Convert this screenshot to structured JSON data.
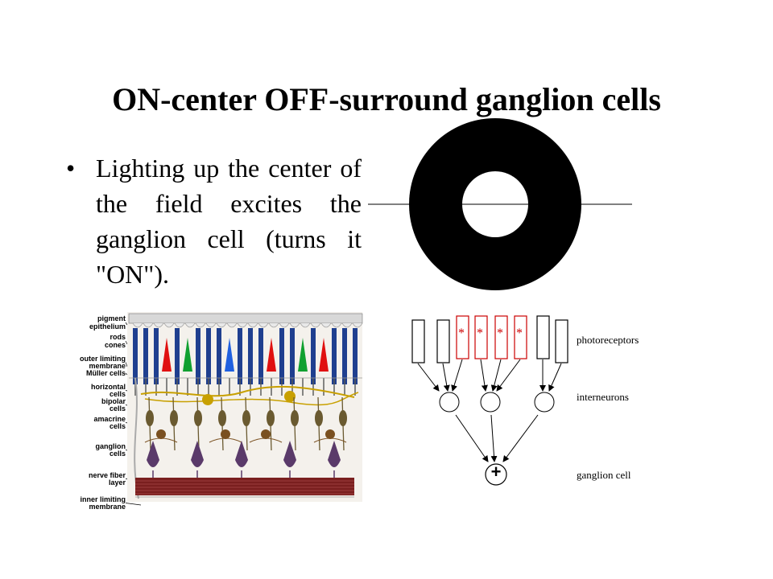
{
  "slide": {
    "title": "ON-center OFF-surround ganglion cells",
    "bullet_symbol": "•",
    "bullet_text": "Lighting up the center of the field excites the ganglion cell (turns it \"ON\")."
  },
  "retina_labels": [
    "pigment",
    "epithelium",
    "rods",
    "cones",
    "outer limiting",
    "membrane",
    "Müller cells",
    "horizontal",
    "cells",
    "bipolar",
    "cells",
    "amacrine",
    "cells",
    "ganglion",
    "cells",
    "nerve fiber",
    "layer",
    "inner limiting",
    "membrane"
  ],
  "circuit": {
    "photoreceptors_label": "photoreceptors",
    "interneurons_label": "interneurons",
    "ganglion_label": "ganglion cell",
    "star": "*",
    "plus": "+"
  },
  "colors": {
    "ring": "#000000",
    "excited": "#cc0000",
    "rod": "#1f3f8f",
    "cone_red": "#e01010",
    "cone_green": "#10a030",
    "cone_blue": "#2060e0",
    "fiber_layer": "#7a1f1f",
    "cell_yellow": "#c8a000",
    "cell_brown": "#7a5020",
    "cell_purple": "#5a3a6a"
  }
}
